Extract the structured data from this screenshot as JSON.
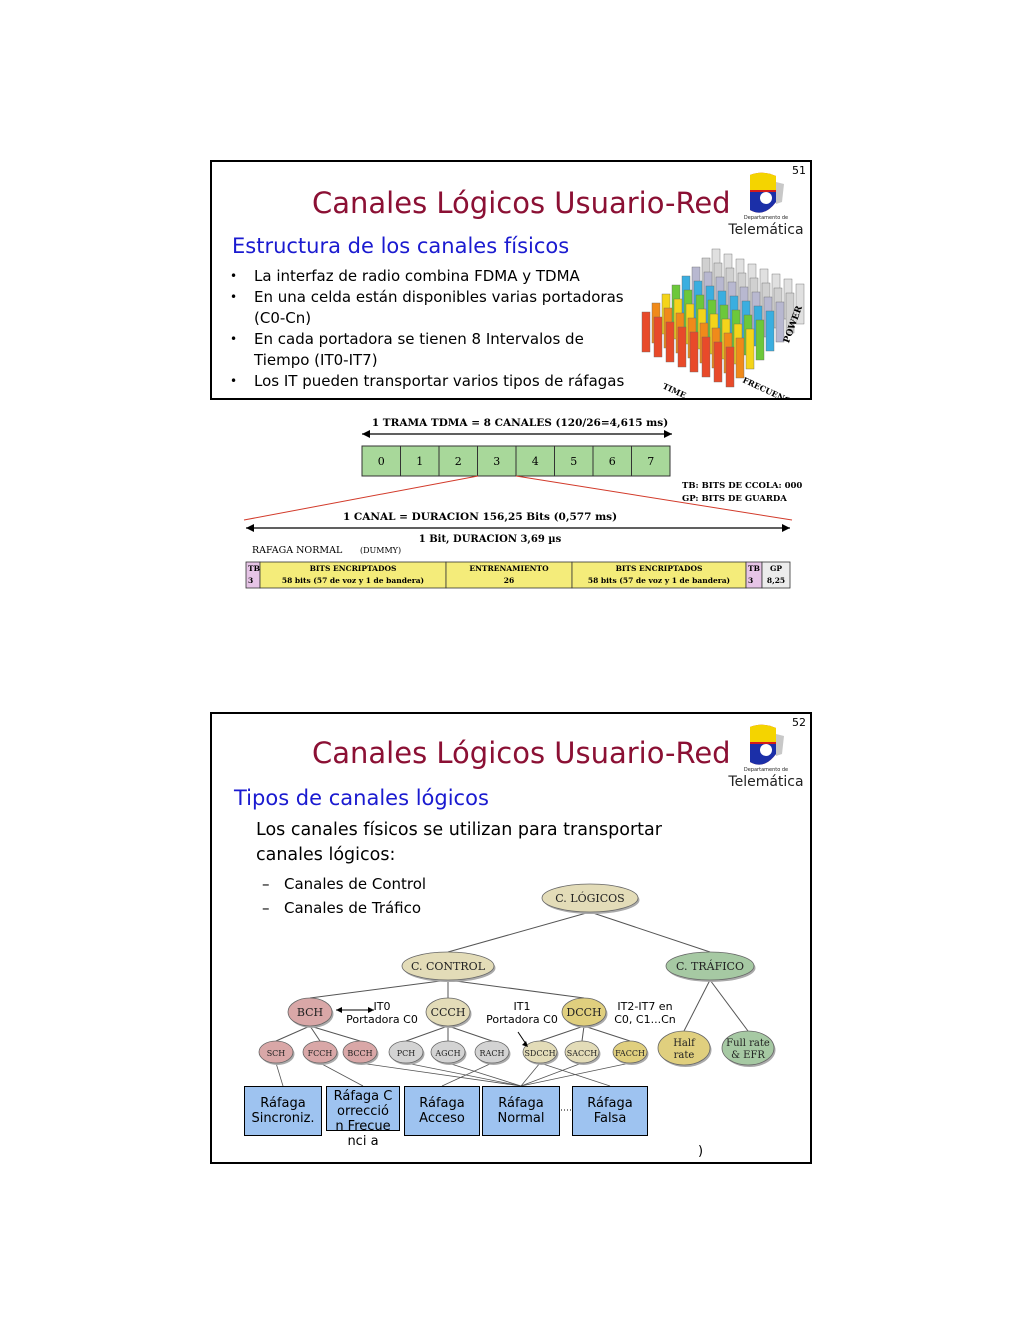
{
  "slide1": {
    "page_number": "51",
    "title": "Canales Lógicos Usuario-Red",
    "subtitle": "Estructura de los canales físicos",
    "logo": {
      "small_text": "Departamento de",
      "name": "Telemática"
    },
    "bullets": [
      "La interfaz de radio combina FDMA y TDMA",
      "En una celda están disponibles varias portadoras (C0-Cn)",
      "En cada portadora se tienen 8 Intervalos de Tiempo (IT0-IT7)",
      "Los IT pueden transportar varios tipos de ráfagas"
    ],
    "graphic_labels": {
      "power": "POWER",
      "time": "TIME",
      "frequency": "FRECUENCY"
    }
  },
  "tdma": {
    "frame_label": "1 TRAMA TDMA = 8 CANALES  (120/26=4,615 ms)",
    "slots": [
      "0",
      "1",
      "2",
      "3",
      "4",
      "5",
      "6",
      "7"
    ],
    "legend_tb": "TB: BITS DE CCOLA: 000",
    "legend_gp": "GP: BITS DE GUARDA",
    "channel_label": "1 CANAL = DURACION 156,25 Bits (0,577 ms)",
    "bit_label": "1 Bit, DURACION 3,69 µs",
    "burst_label": "RAFAGA NORMAL",
    "dummy_label": "(DUMMY)",
    "fields": [
      {
        "name": "TB",
        "value": "3"
      },
      {
        "name": "BITS ENCRIPTADOS",
        "value": "58 bits (57 de voz y 1 de bandera)"
      },
      {
        "name": "ENTRENAMIENTO",
        "value": "26"
      },
      {
        "name": "BITS ENCRIPTADOS",
        "value": "58 bits (57 de voz y 1 de bandera)"
      },
      {
        "name": "TB",
        "value": "3"
      },
      {
        "name": "GP",
        "value": "8,25"
      }
    ]
  },
  "slide2": {
    "page_number": "52",
    "title": "Canales Lógicos Usuario-Red",
    "subtitle": "Tipos de canales lógicos",
    "logo": {
      "small_text": "Departamento de",
      "name": "Telemática"
    },
    "paragraph": "Los canales físicos se utilizan para transportar canales lógicos:",
    "dashes": [
      "Canales de Control",
      "Canales de Tráfico"
    ],
    "tree": {
      "root": "C. LÓGICOS",
      "control": "C. CONTROL",
      "traffic": "C. TRÁFICO",
      "bch": "BCH",
      "ccch": "CCCH",
      "dcch": "DCCH",
      "leaves": [
        "SCH",
        "FCCH",
        "BCCH",
        "PCH",
        "AGCH",
        "RACH",
        "SDCCH",
        "SACCH",
        "FACCH"
      ],
      "half_rate": [
        "Half",
        "rate"
      ],
      "full_rate": [
        "Full rate",
        "& EFR"
      ]
    },
    "notes": {
      "it0": [
        "IT0",
        "Portadora C0"
      ],
      "it1": [
        "IT1",
        "Portadora C0"
      ],
      "it27": [
        "IT2-IT7 en",
        "C0, C1...Cn"
      ]
    },
    "bursts": [
      "Ráfaga Sincroniz.",
      "Ráfaga Correcció n Frecuenci a",
      "Ráfaga Acceso",
      "Ráfaga Normal",
      "Ráfaga Falsa"
    ],
    "stray_mark": ")"
  },
  "colors": {
    "title": "#8b1034",
    "subtitle": "#1a1ad0",
    "slot_fill": "#a8d89a",
    "burst_box": "#9ec3f0",
    "node_pink": "#d9a7a7",
    "node_tan": "#e3dcb8",
    "node_green": "#a6c9a3",
    "node_gold": "#e0cf7e",
    "node_gray": "#d3d3d3"
  }
}
